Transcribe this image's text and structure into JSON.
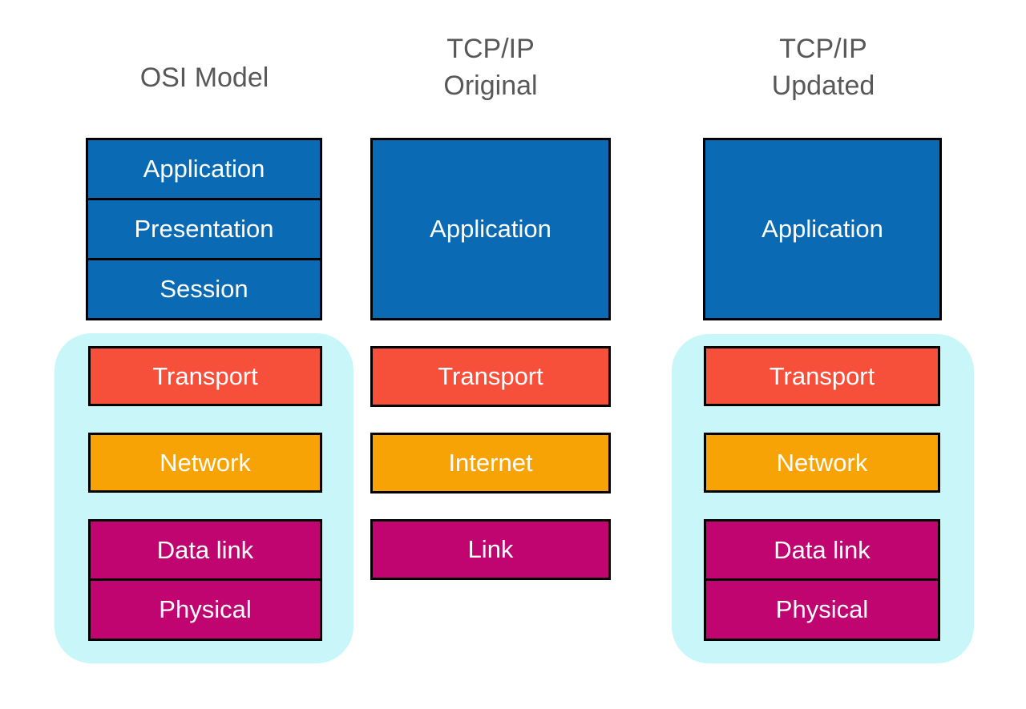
{
  "titles": {
    "osi": [
      "OSI Model"
    ],
    "tcp_original": [
      "TCP/IP",
      "Original"
    ],
    "tcp_updated": [
      "TCP/IP",
      "Updated"
    ]
  },
  "columns": {
    "osi": {
      "layers": [
        "Application",
        "Presentation",
        "Session",
        "Transport",
        "Network",
        "Data link",
        "Physical"
      ]
    },
    "tcp_original": {
      "layers": [
        "Application",
        "Transport",
        "Internet",
        "Link"
      ]
    },
    "tcp_updated": {
      "layers": [
        "Application",
        "Transport",
        "Network",
        "Data link",
        "Physical"
      ]
    }
  },
  "colors": {
    "application_blue": "#0A6AB3",
    "transport_red": "#F7503A",
    "network_amber": "#F7A305",
    "link_magenta": "#C10570",
    "highlight_cyan": "#C9F7F9",
    "title_gray": "#58585A",
    "border_black": "#000000",
    "background": "#FFFFFF"
  }
}
